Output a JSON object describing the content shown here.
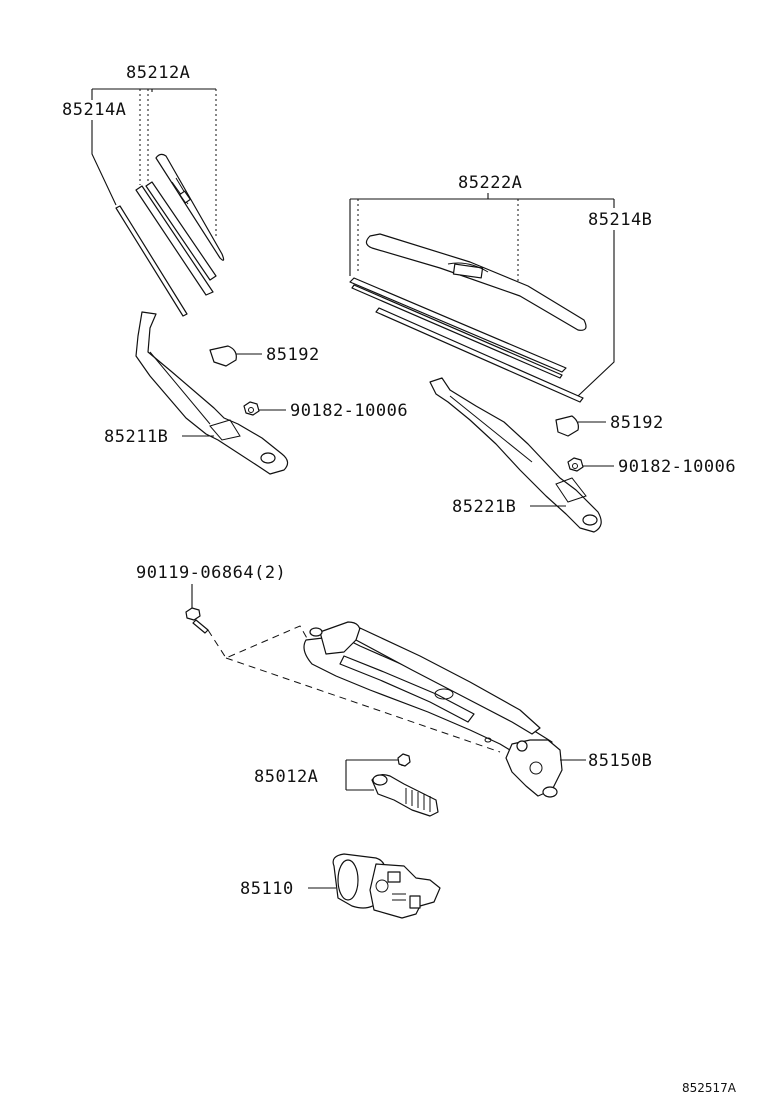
{
  "labels": {
    "blade_left": "85212A",
    "refill_left": "85214A",
    "blade_right": "85222A",
    "refill_right": "85214B",
    "cap_left": "85192",
    "nut_left": "90182-10006",
    "arm_left": "85211B",
    "cap_right": "85192",
    "nut_right": "90182-10006",
    "arm_right": "85221B",
    "bolt": "90119-06864(2)",
    "link": "85150B",
    "crank": "85012A",
    "motor": "85110"
  },
  "reference_code": "852517A",
  "colors": {
    "line": "#111111",
    "background": "#ffffff"
  }
}
